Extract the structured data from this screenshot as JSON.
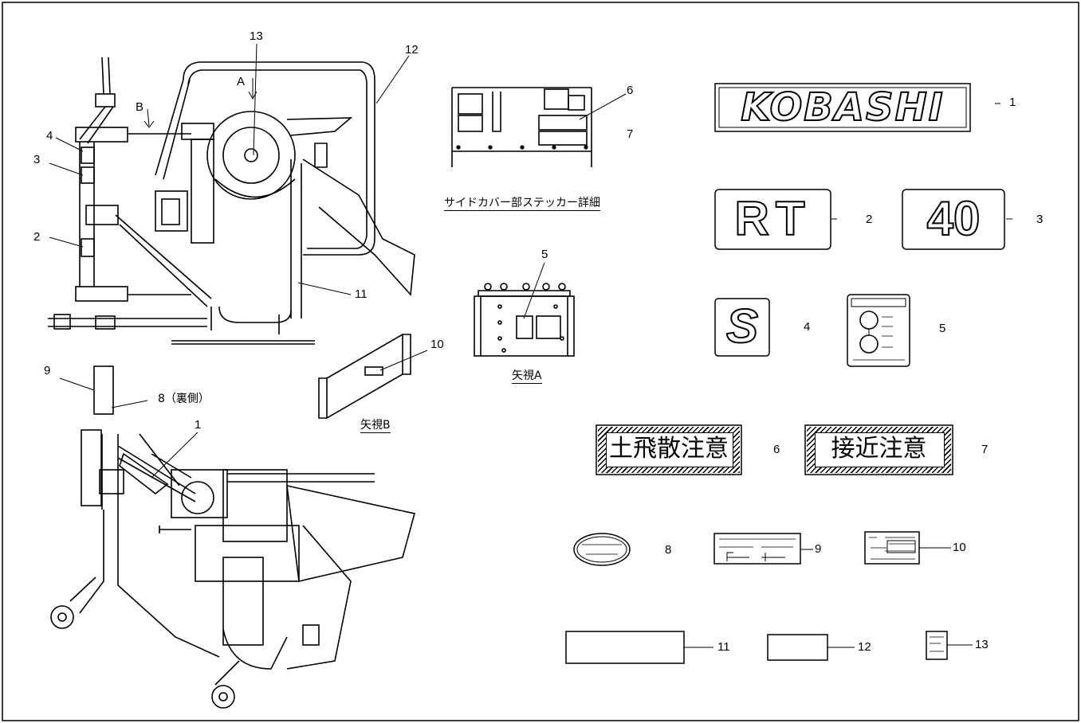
{
  "callouts": {
    "c1": "1",
    "c2": "2",
    "c3": "3",
    "c4": "4",
    "c5": "5",
    "c6": "6",
    "c7": "7",
    "c8": "8",
    "c9": "9",
    "c10": "10",
    "c11": "11",
    "c12": "12",
    "c13": "13",
    "c8_note": "8（裏側）",
    "view_a": "A",
    "view_b": "B"
  },
  "captions": {
    "side_cover": "サイドカバー部ステッカー詳細",
    "view_a": "矢視A",
    "view_b": "矢視B"
  },
  "stickers": {
    "s1_text": "KOBASHI",
    "s2_text": "RT",
    "s3_text": "40",
    "s4_text": "S",
    "s6_text": "土飛散注意",
    "s7_text": "接近注意"
  }
}
